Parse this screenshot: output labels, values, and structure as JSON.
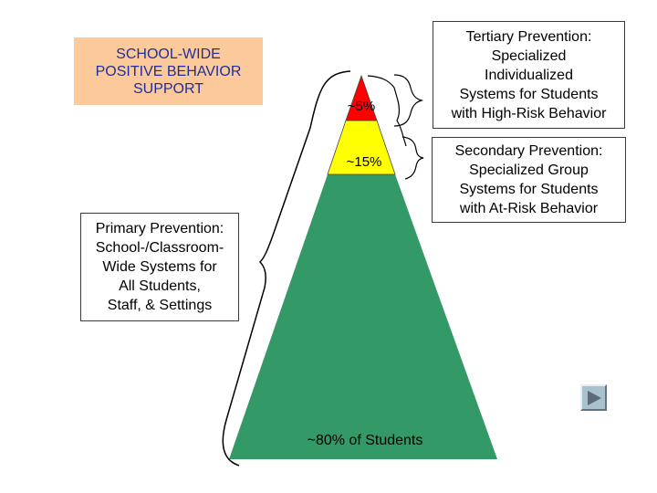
{
  "title": {
    "lines": [
      "SCHOOL-WIDE",
      "POSITIVE BEHAVIOR",
      "SUPPORT"
    ]
  },
  "tiers": {
    "tertiary": {
      "percent_label": "~5%",
      "fill_color": "#ff0000",
      "callout_lines": [
        "Tertiary Prevention:",
        "Specialized",
        "Individualized",
        "Systems for Students",
        "with High-Risk Behavior"
      ]
    },
    "secondary": {
      "percent_label": "~15%",
      "fill_color": "#ffff00",
      "callout_lines": [
        "Secondary Prevention:",
        "Specialized Group",
        "Systems for Students",
        "with At-Risk Behavior"
      ]
    },
    "primary": {
      "percent_label": "~80% of Students",
      "fill_color": "#339966",
      "callout_lines": [
        "Primary Prevention:",
        "School-/Classroom-",
        "Wide Systems for",
        "All Students,",
        "Staff, & Settings"
      ]
    }
  },
  "navigation": {
    "next_icon": "play-triangle-icon",
    "button_color": "#a9c0cf"
  }
}
